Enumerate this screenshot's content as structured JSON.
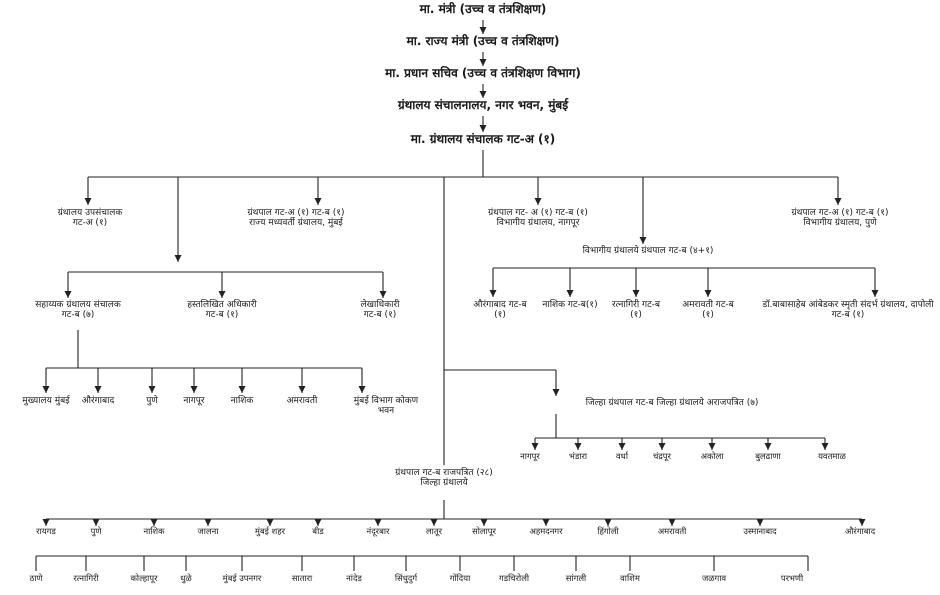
{
  "diagram": {
    "top": {
      "minister": "मा. मंत्री (उच्च व तंत्रशिक्षण)",
      "state_minister": "मा. राज्य मंत्री (उच्च व तंत्रशिक्षण)",
      "principal_secretary": "मा. प्रधान सचिव (उच्च व तंत्रशिक्षण विभाग)",
      "directorate": "ग्रंथालय संचालनालय, नगर भवन, मुंबई",
      "director": "मा. ग्रंथालय संचालक गट-अ (१)"
    },
    "level2": {
      "deputy_director": [
        "ग्रंथालय उपसंचालक",
        "गट-अ (१)"
      ],
      "central_library": [
        "ग्रंथपाल गट-अ (१) गट-ब (१)",
        "राज्य मध्यवर्ती ग्रंथालय, मुंबई"
      ],
      "nagpur_division": [
        "ग्रंथपाल गट- अ (१) गट-ब (१)",
        "विभागीय ग्रंथालय, नागपूर"
      ],
      "pune_division": [
        "ग्रंथपाल गट-अ (१) गट-ब (१)",
        "विभागीय ग्रंथालय, पुणे"
      ],
      "divisional_libraries": "विभागीय ग्रंथालये ग्रंथपाल गट-ब (४+१)"
    },
    "level3_left": {
      "asst_director": [
        "सहाय्यक ग्रंथालय संचालक",
        "गट-ब (७)"
      ],
      "manuscript_officer": [
        "हस्तलिखित अधिकारी",
        "गट-ब (१)"
      ],
      "accounts_officer": [
        "लेखाधिकारी",
        "गट-ब (१)"
      ]
    },
    "offices": [
      "मुख्यालय मुंबई",
      "औरंगाबाद",
      "पुणे",
      "नागपूर",
      "नाशिक",
      "अमरावती",
      "मुंबई विभाग कोकण भवन"
    ],
    "divisions_right": [
      "औरंगाबाद गट-ब (१)",
      "नाशिक गट-ब(१)",
      "रत्नागिरी गट-ब (१)",
      "अमरावती गट-ब (१)",
      "डॉ.बाबासाहेब आंबेडकर स्मृती संदर्भ ग्रंथालय, दापोली गट-ब (१)"
    ],
    "district_nongazetted": {
      "title": "जिल्हा ग्रंथपाल गट-ब जिल्हा ग्रंथालये अराजपत्रित (७)",
      "districts": [
        "नागपूर",
        "भंडारा",
        "वर्धा",
        "चंद्रपूर",
        "अकोला",
        "बुलढाणा",
        "यवतमाळ"
      ]
    },
    "district_gazetted": {
      "title": [
        "ग्रंथपाल गट-ब राजपत्रित (२८)",
        "जिल्हा ग्रंथालये"
      ],
      "row_top": [
        "रायगड",
        "पुणे",
        "नाशिक",
        "जालना",
        "मुंबई शहर",
        "बीड",
        "नंदूरबार",
        "लातूर",
        "सोलापूर",
        "अहमदनगर",
        "हिंगोली",
        "अमरावती",
        "उस्मानाबाद",
        "औरंगाबाद"
      ],
      "row_bottom": [
        "ठाणे",
        "रत्नागिरी",
        "कोल्हापूर",
        "धुळे",
        "मुंबई उपनगर",
        "सातारा",
        "नांदेड",
        "सिंधुदुर्ग",
        "गोंदिया",
        "गडचिरोली",
        "सांगली",
        "वाशिम",
        "जळगाव",
        "परभणी"
      ]
    }
  }
}
